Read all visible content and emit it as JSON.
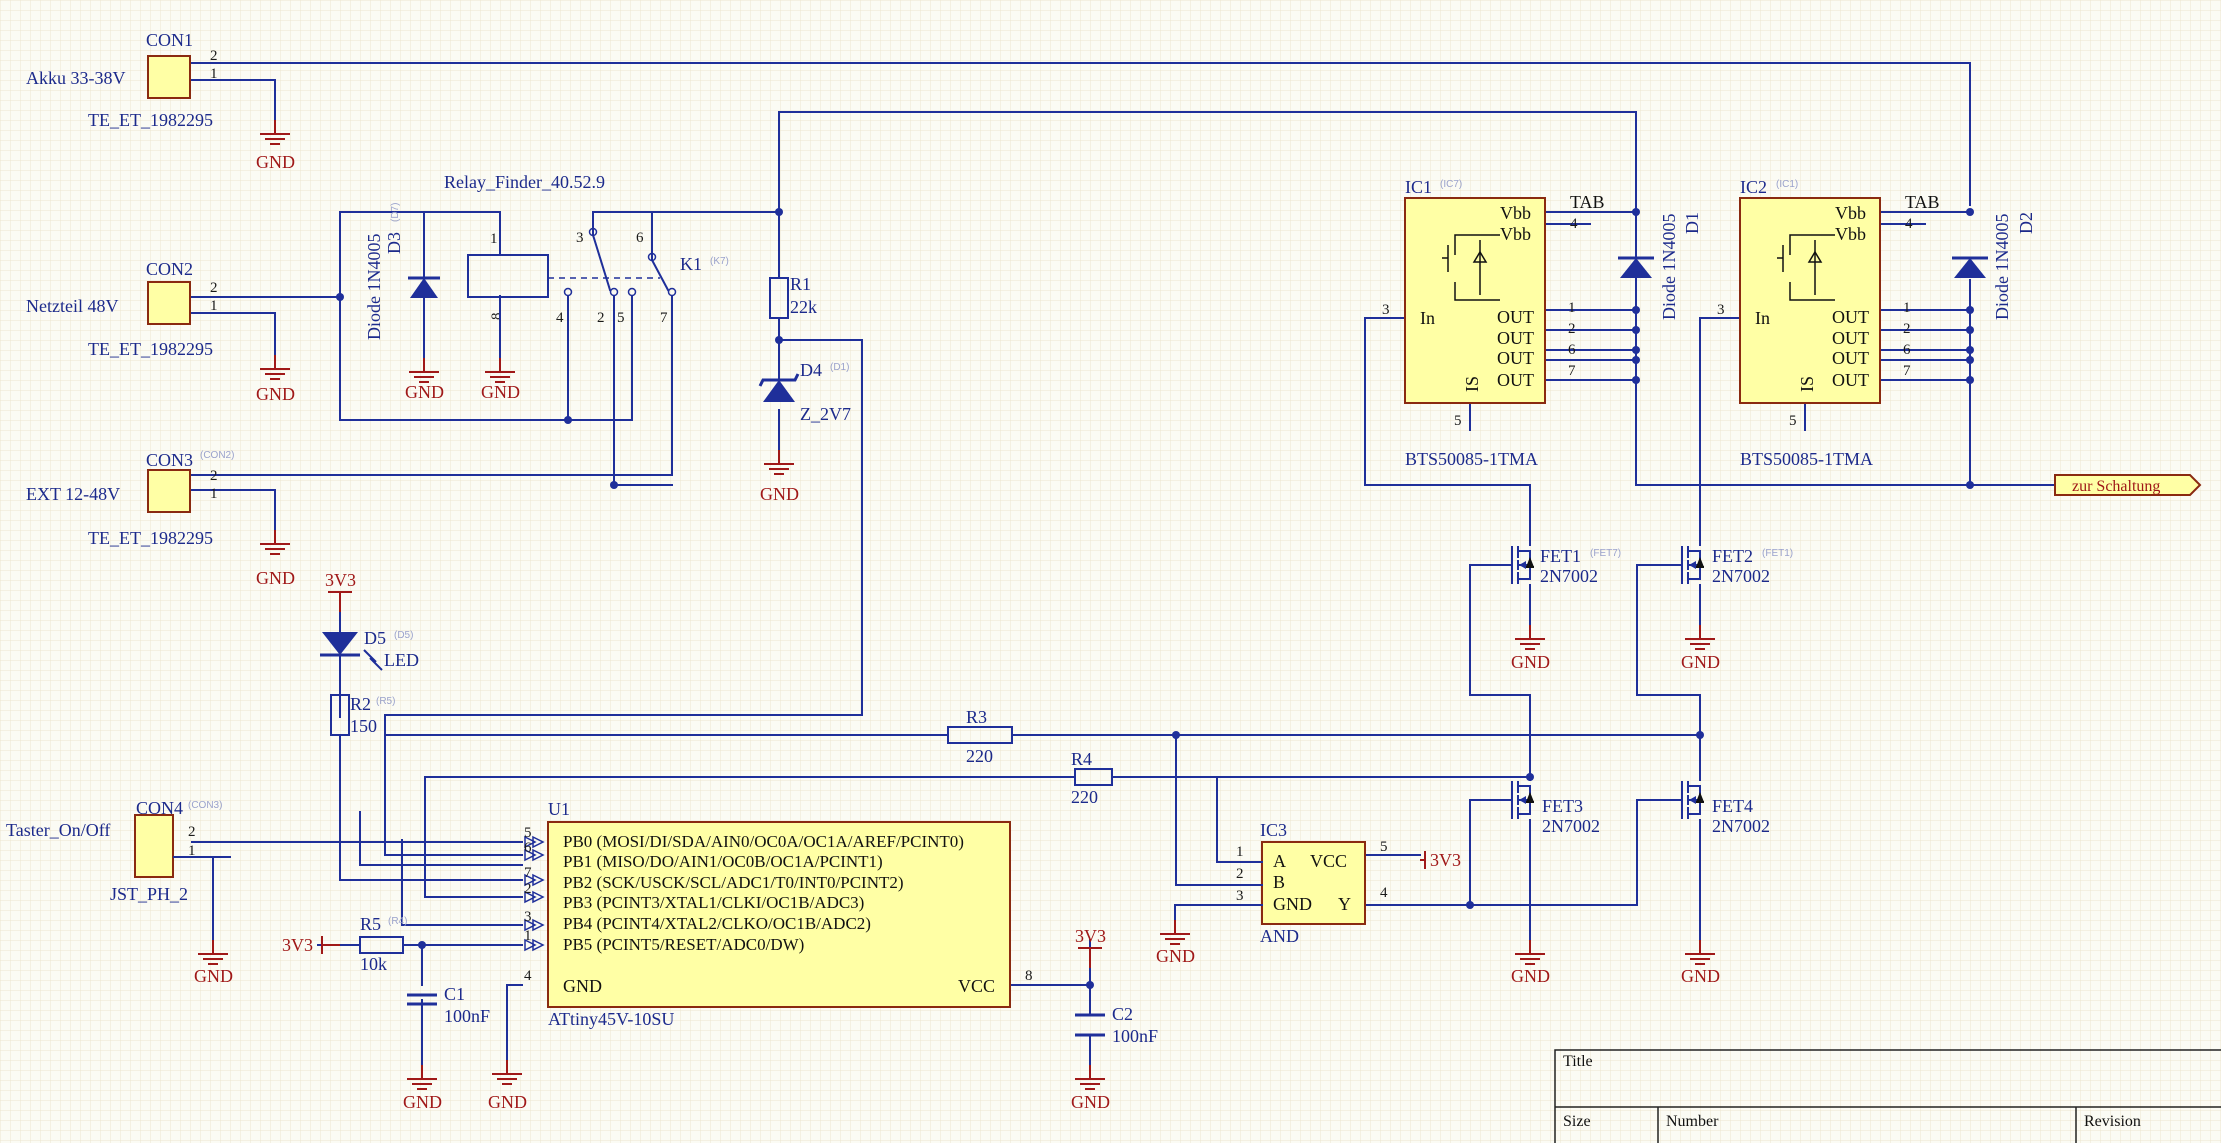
{
  "connectors": {
    "con1": {
      "ref": "CON1",
      "net": "Akku 33-38V",
      "part": "TE_ET_1982295"
    },
    "con2": {
      "ref": "CON2",
      "net": "Netzteil 48V",
      "part": "TE_ET_1982295"
    },
    "con3": {
      "ref": "CON3",
      "net": "EXT 12-48V",
      "part": "TE_ET_1982295",
      "des": "(CON2)"
    },
    "con4": {
      "ref": "CON4",
      "net": "Taster_On/Off",
      "part": "JST_PH_2",
      "des": "(CON3)"
    }
  },
  "power": {
    "gnd": "GND",
    "v33": "3V3"
  },
  "relay": {
    "ref": "K1",
    "des": "(K7)",
    "part": "Relay_Finder_40.52.9"
  },
  "diodes": {
    "d3": {
      "ref": "D3",
      "des": "(D7)",
      "part": "Diode 1N4005"
    },
    "d1": {
      "ref": "D1",
      "part": "Diode 1N4005"
    },
    "d2": {
      "ref": "D2",
      "part": "Diode 1N4005"
    },
    "d4": {
      "ref": "D4",
      "des": "(D1)",
      "part": "Z_2V7"
    },
    "d5": {
      "ref": "D5",
      "des": "(D5)",
      "part": "LED"
    }
  },
  "resistors": {
    "r1": {
      "ref": "R1",
      "value": "22k"
    },
    "r2": {
      "ref": "R2",
      "des": "(R5)",
      "value": "150"
    },
    "r3": {
      "ref": "R3",
      "value": "220"
    },
    "r4": {
      "ref": "R4",
      "value": "220"
    },
    "r5": {
      "ref": "R5",
      "des": "(R4)",
      "value": "10k"
    }
  },
  "capacitors": {
    "c1": {
      "ref": "C1",
      "value": "100nF"
    },
    "c2": {
      "ref": "C2",
      "value": "100nF"
    }
  },
  "ic1": {
    "ref": "IC1",
    "des": "(IC7)",
    "part": "BTS50085-1TMA",
    "pins": {
      "vbb": "Vbb",
      "tab": "TAB",
      "in": "In",
      "out": "OUT",
      "is": "IS"
    }
  },
  "ic2": {
    "ref": "IC2",
    "des": "(IC1)",
    "part": "BTS50085-1TMA"
  },
  "fets": {
    "fet1": {
      "ref": "FET1",
      "des": "(FET7)",
      "part": "2N7002"
    },
    "fet2": {
      "ref": "FET2",
      "des": "(FET1)",
      "part": "2N7002"
    },
    "fet3": {
      "ref": "FET3",
      "part": "2N7002"
    },
    "fet4": {
      "ref": "FET4",
      "part": "2N7002"
    }
  },
  "ic3": {
    "ref": "IC3",
    "part": "AND",
    "pins": {
      "a": "A",
      "b": "B",
      "gnd": "GND",
      "vcc": "VCC",
      "y": "Y"
    }
  },
  "u1": {
    "ref": "U1",
    "part": "ATtiny45V-10SU",
    "pins": [
      "PB0 (MOSI/DI/SDA/AIN0/OC0A/OC1A/AREF/PCINT0)",
      "PB1 (MISO/DO/AIN1/OC0B/OC1A/PCINT1)",
      "PB2 (SCK/USCK/SCL/ADC1/T0/INT0/PCINT2)",
      "PB3 (PCINT3/XTAL1/CLKI/OC1B/ADC3)",
      "PB4 (PCINT4/XTAL2/CLKO/OC1B/ADC2)",
      "PB5 (PCINT5/RESET/ADC0/DW)"
    ],
    "gnd": "GND",
    "vcc": "VCC"
  },
  "net_port": "zur Schaltung",
  "title_block": {
    "title": "Title",
    "size": "Size",
    "number": "Number",
    "revision": "Revision"
  }
}
